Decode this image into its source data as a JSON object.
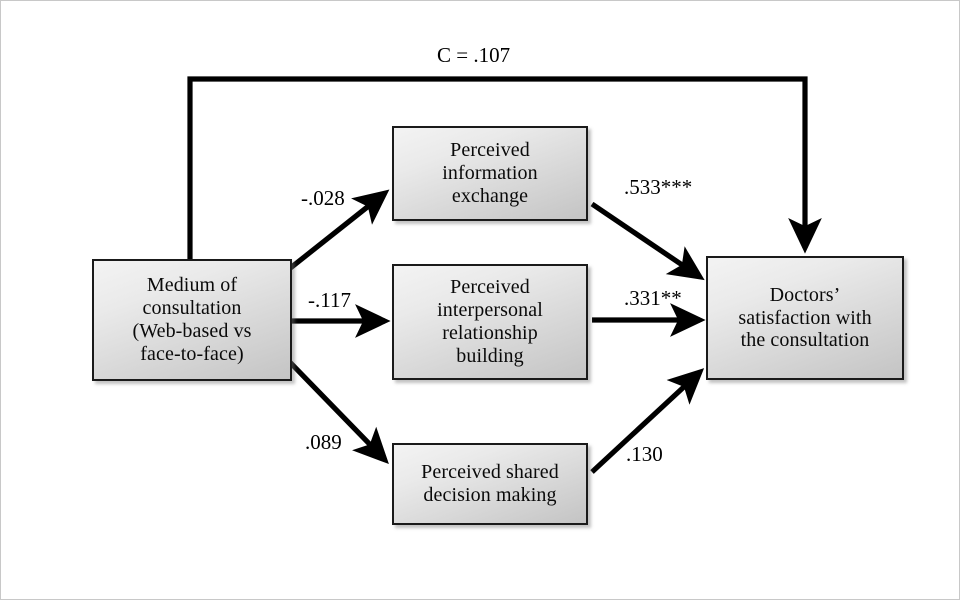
{
  "figure": {
    "type": "path-diagram",
    "title": "",
    "background_color": "#ffffff",
    "node_fill_top": "#f3f3f3",
    "node_fill_bottom": "#c4c4c4",
    "node_border_color": "#1a1a1a",
    "edge_color": "#000000"
  },
  "nodes": {
    "medium": {
      "label": "Medium of\nconsultation\n(Web-based vs\nface-to-face)"
    },
    "info": {
      "label": "Perceived\ninformation\nexchange"
    },
    "interpersonal": {
      "label": "Perceived\ninterpersonal\nrelationship\nbuilding"
    },
    "shared": {
      "label": "Perceived shared\ndecision making"
    },
    "doctors": {
      "label": "Doctors’\nsatisfaction with\nthe consultation"
    }
  },
  "edges": {
    "direct": {
      "label": "C = .107",
      "from": "medium",
      "to": "doctors"
    },
    "medium_to_info": {
      "label": "-.028",
      "from": "medium",
      "to": "info"
    },
    "medium_to_interpersonal": {
      "label": "-.117",
      "from": "medium",
      "to": "interpersonal"
    },
    "medium_to_shared": {
      "label": ".089",
      "from": "medium",
      "to": "shared"
    },
    "info_to_doctors": {
      "label": ".533***",
      "from": "info",
      "to": "doctors"
    },
    "interpersonal_to_doctors": {
      "label": ".331**",
      "from": "interpersonal",
      "to": "doctors"
    },
    "shared_to_doctors": {
      "label": ".130",
      "from": "shared",
      "to": "doctors"
    }
  },
  "chart_data": {
    "type": "diagram",
    "title": "Mediation model of medium of consultation on doctors' satisfaction",
    "nodes": [
      "Medium of consultation (Web-based vs face-to-face)",
      "Perceived information exchange",
      "Perceived interpersonal relationship building",
      "Perceived shared decision making",
      "Doctors’ satisfaction with the consultation"
    ],
    "paths": [
      {
        "from": "Medium of consultation (Web-based vs face-to-face)",
        "to": "Doctors’ satisfaction with the consultation",
        "coefficient": 0.107,
        "label": "C = .107",
        "significance": ""
      },
      {
        "from": "Medium of consultation (Web-based vs face-to-face)",
        "to": "Perceived information exchange",
        "coefficient": -0.028,
        "label": "-.028",
        "significance": ""
      },
      {
        "from": "Medium of consultation (Web-based vs face-to-face)",
        "to": "Perceived interpersonal relationship building",
        "coefficient": -0.117,
        "label": "-.117",
        "significance": ""
      },
      {
        "from": "Medium of consultation (Web-based vs face-to-face)",
        "to": "Perceived shared decision making",
        "coefficient": 0.089,
        "label": ".089",
        "significance": ""
      },
      {
        "from": "Perceived information exchange",
        "to": "Doctors’ satisfaction with the consultation",
        "coefficient": 0.533,
        "label": ".533***",
        "significance": "***"
      },
      {
        "from": "Perceived interpersonal relationship building",
        "to": "Doctors’ satisfaction with the consultation",
        "coefficient": 0.331,
        "label": ".331**",
        "significance": "**"
      },
      {
        "from": "Perceived shared decision making",
        "to": "Doctors’ satisfaction with the consultation",
        "coefficient": 0.13,
        "label": ".130",
        "significance": ""
      }
    ]
  }
}
